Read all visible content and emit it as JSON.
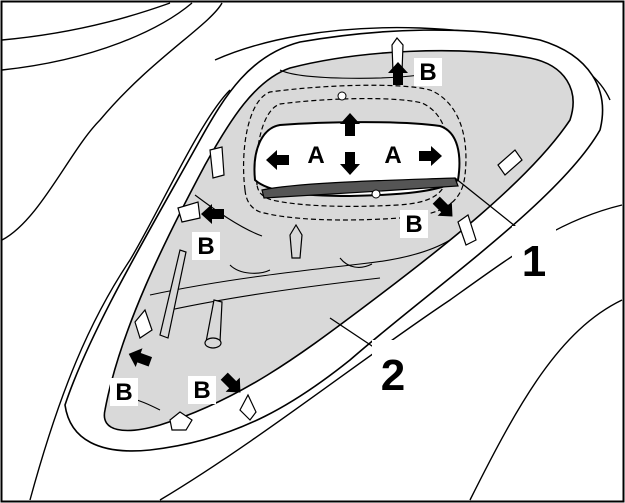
{
  "labels": {
    "part_1": "1",
    "part_2": "2",
    "direction_a": "A",
    "clip_b": "B"
  },
  "colors": {
    "panel_fill": "#d9d9d9",
    "line": "#000000",
    "background": "#ffffff"
  },
  "icons": [
    "arrow-icon"
  ]
}
